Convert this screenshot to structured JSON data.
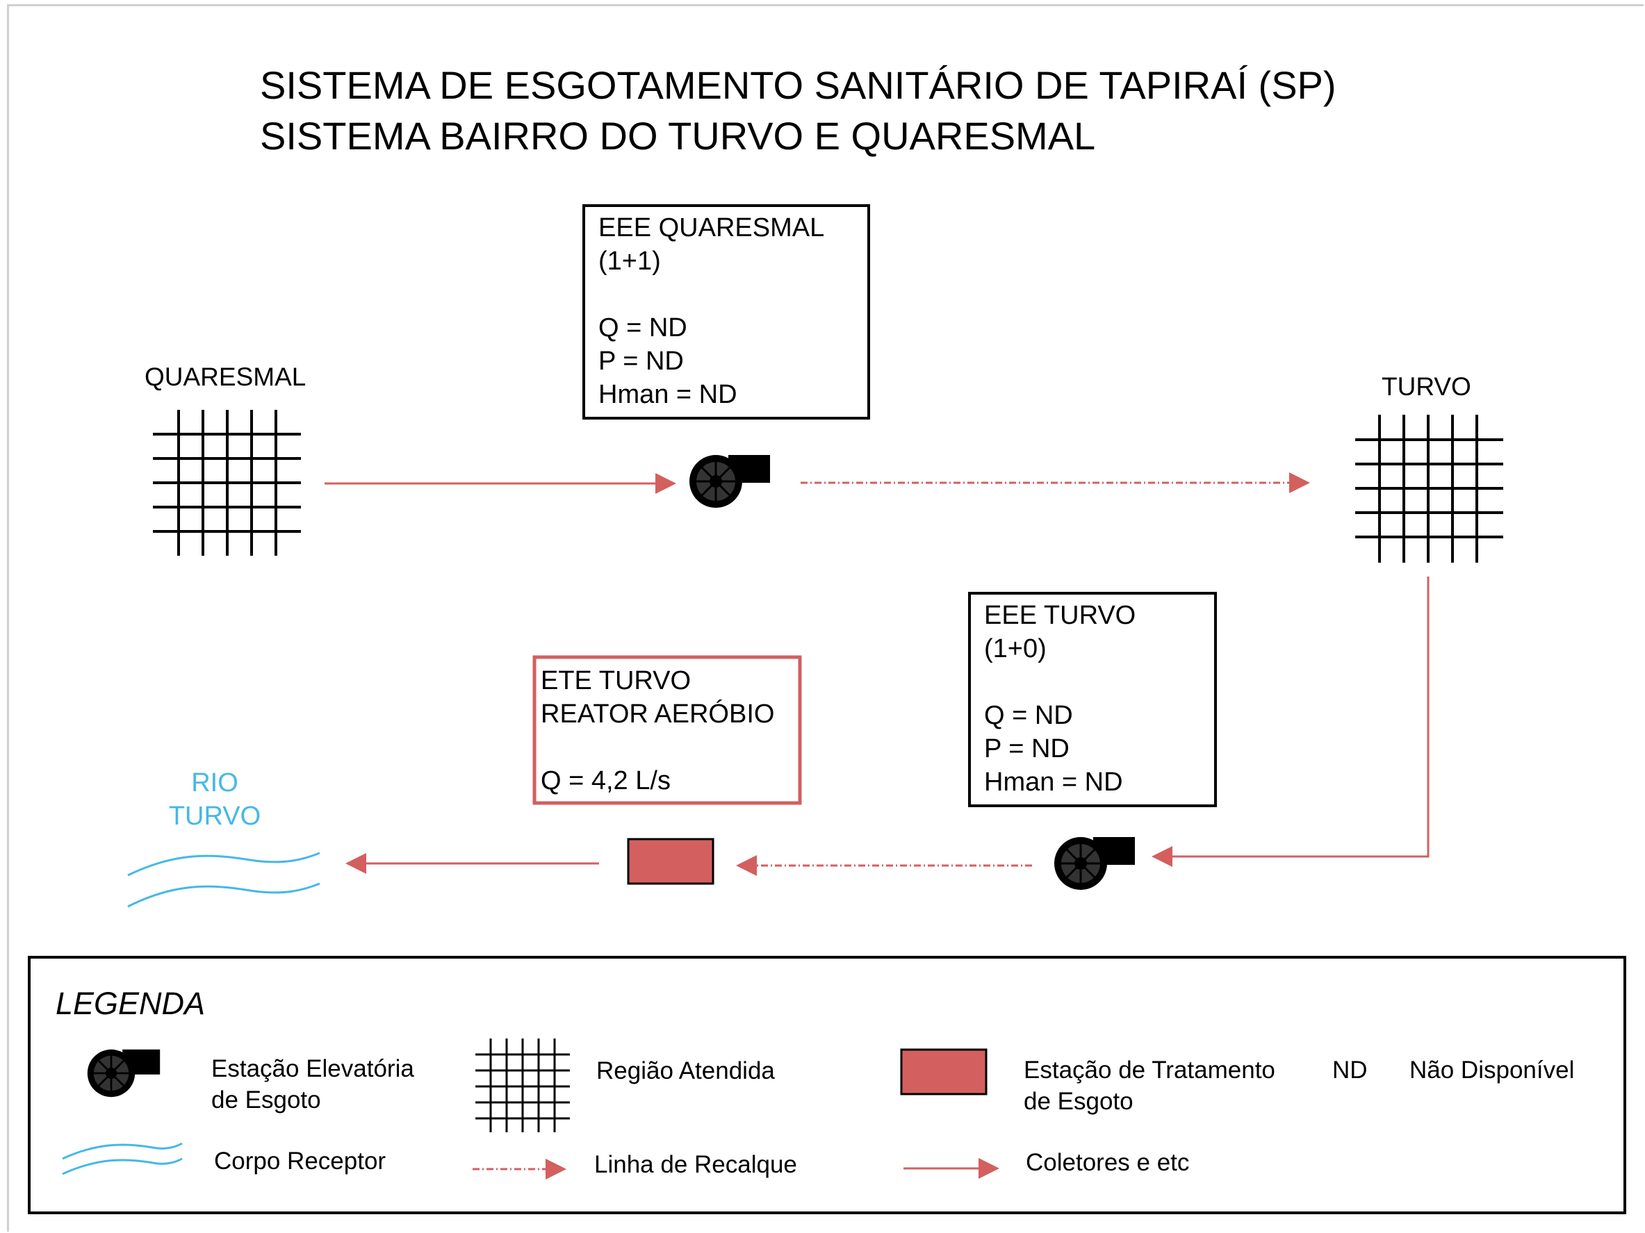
{
  "title": {
    "line1": "SISTEMA DE ESGOTAMENTO SANITÁRIO DE TAPIRAÍ (SP)",
    "line2": "SISTEMA BAIRRO DO TURVO E QUARESMAL"
  },
  "regions": {
    "quaresmal": "QUARESMAL",
    "turvo": "TURVO"
  },
  "eee_quaresmal": {
    "line1": "EEE QUARESMAL",
    "line2": "(1+1)",
    "q": "Q = ND",
    "p": "P = ND",
    "hman": "Hman = ND"
  },
  "eee_turvo": {
    "line1": "EEE TURVO",
    "line2": "(1+0)",
    "q": "Q = ND",
    "p": "P = ND",
    "hman": "Hman = ND"
  },
  "ete_turvo": {
    "line1": "ETE TURVO",
    "line2": "REATOR AERÓBIO",
    "q": "Q = 4,2 L/s"
  },
  "river": {
    "line1": "RIO",
    "line2": "TURVO"
  },
  "legend": {
    "title": "LEGENDA",
    "eee_line1": "Estação Elevatória",
    "eee_line2": "de Esgoto",
    "regiao": "Região Atendida",
    "ete_line1": "Estação de Tratamento",
    "ete_line2": "de Esgoto",
    "nd_abbr": "ND",
    "nd_text": "Não Disponível",
    "corpo": "Corpo Receptor",
    "recalque": "Linha de Recalque",
    "coletores": "Coletores e etc"
  },
  "colors": {
    "pipe": "#d45f5f",
    "treatment": "#d45f5f",
    "river": "#45b8e6",
    "ink": "#000000"
  },
  "icons": [
    "pump-icon",
    "grid-icon",
    "treatment-icon",
    "river-waves-icon",
    "arrow-icon"
  ]
}
